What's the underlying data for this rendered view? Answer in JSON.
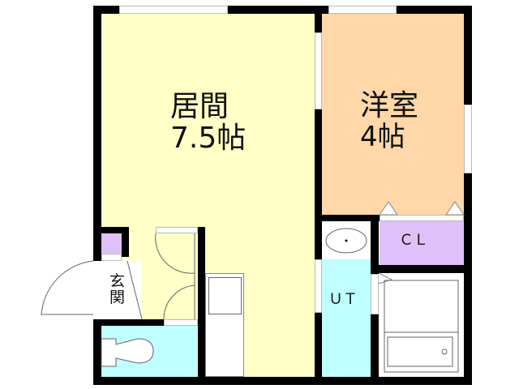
{
  "floorplan": {
    "rooms": {
      "living": {
        "name": "居間",
        "size": "7.5帖",
        "color": "#FFFFC8"
      },
      "western": {
        "name": "洋室",
        "size": "4帖",
        "color": "#FFD7A8"
      },
      "closet": {
        "name": "ＣＬ",
        "color": "#E0C0F8"
      },
      "utility": {
        "name": "ＵＴ",
        "color": "#C0FFFF"
      },
      "entrance": {
        "name": "玄\n関",
        "color": "#FFFFFF"
      },
      "toilet": {
        "color": "#C0FFFF"
      },
      "shoe_box": {
        "color": "#E0C0F8"
      }
    },
    "wall_color": "#000000"
  }
}
